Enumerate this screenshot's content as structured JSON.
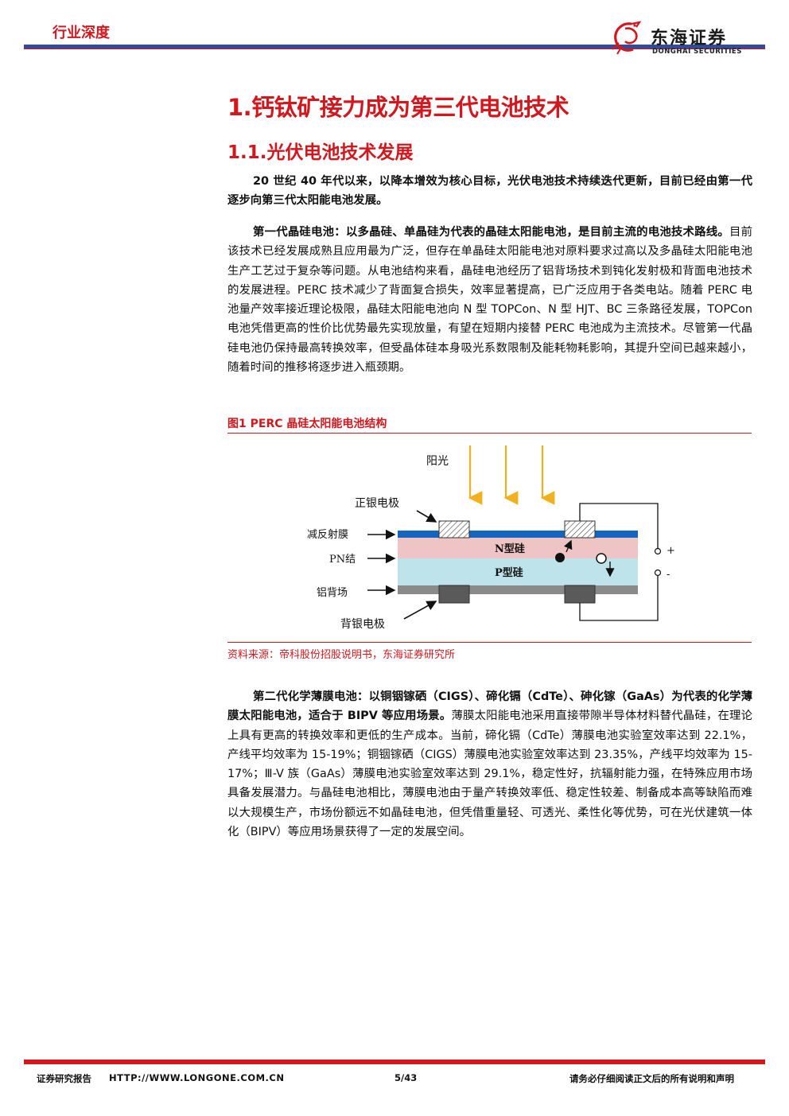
{
  "header": {
    "section_tag": "行业深度",
    "logo_cn": "东海证券",
    "logo_en": "DONGHAI SECURITIES"
  },
  "heading1": "1.钙钛矿接力成为第三代电池技术",
  "heading2": "1.1.光伏电池技术发展",
  "para1": "20 世纪 40 年代以来，以降本增效为核心目标，光伏电池技术持续迭代更新，目前已经由第一代逐步向第三代太阳能电池发展。",
  "para2_bold": "第一代晶硅电池：以多晶硅、单晶硅为代表的晶硅太阳能电池，是目前主流的电池技术路线。",
  "para2_rest": "目前该技术已经发展成熟且应用最为广泛，但存在单晶硅太阳能电池对原料要求过高以及多晶硅太阳能电池生产工艺过于复杂等问题。从电池结构来看，晶硅电池经历了铝背场技术到钝化发射极和背面电池技术的发展进程。PERC 技术减少了背面复合损失，效率显著提高，已广泛应用于各类电站。随着 PERC 电池量产效率接近理论极限，晶硅太阳能电池向 N 型 TOPCon、N 型 HJT、BC 三条路径发展，TOPCon 电池凭借更高的性价比优势最先实现放量，有望在短期内接替 PERC 电池成为主流技术。尽管第一代晶硅电池仍保持最高转换效率，但受晶体硅本身吸光系数限制及能耗物耗影响，其提升空间已越来越小，随着时间的推移将逐步进入瓶颈期。",
  "figure": {
    "title": "图1  PERC 晶硅太阳能电池结构",
    "labels": {
      "sunlight": "阳光",
      "front_electrode": "正银电极",
      "antireflection": "减反射膜",
      "pn_junction": "PN结",
      "n_silicon": "N型硅",
      "p_silicon": "P型硅",
      "al_bsf": "铝背场",
      "back_electrode": "背银电极",
      "plus": "+",
      "minus": "-"
    },
    "source": "资料来源：帝科股份招股说明书，东海证券研究所"
  },
  "para3_bold": "第二代化学薄膜电池：以铜铟镓硒（CIGS）、碲化镉（CdTe）、砷化镓（GaAs）为代表的化学薄膜太阳能电池，适合于 BIPV 等应用场景。",
  "para3_rest": "薄膜太阳能电池采用直接带隙半导体材料替代晶硅，在理论上具有更高的转换效率和更低的生产成本。当前，碲化镉（CdTe）薄膜电池实验室效率达到 22.1%，产线平均效率为 15-19%；铜铟镓硒（CIGS）薄膜电池实验室效率达到 23.35%，产线平均效率为 15-17%；Ⅲ-V 族（GaAs）薄膜电池实验室效率达到 29.1%，稳定性好，抗辐射能力强，在特殊应用市场具备发展潜力。与晶硅电池相比，薄膜电池由于量产转换效率低、稳定性较差、制备成本高等缺陷而难以大规模生产，市场份额远不如晶硅电池，但凭借重量轻、可透光、柔性化等优势，可在光伏建筑一体化（BIPV）等应用场景获得了一定的发展空间。",
  "footer": {
    "left": "证券研究报告",
    "url": "HTTP://WWW.LONGONE.COM.CN",
    "page": "5/43",
    "right": "请务必仔细阅读正文后的所有说明和声明"
  },
  "colors": {
    "brand_red": "#d0181e",
    "brand_blue": "#2f4d9c",
    "antireflection_blue": "#1565c0",
    "n_layer_pink": "#efc4c4",
    "p_layer_blue": "#bfe3ea",
    "al_layer_gray": "#8a8a8a",
    "sun_arrow": "#f2b01e"
  }
}
